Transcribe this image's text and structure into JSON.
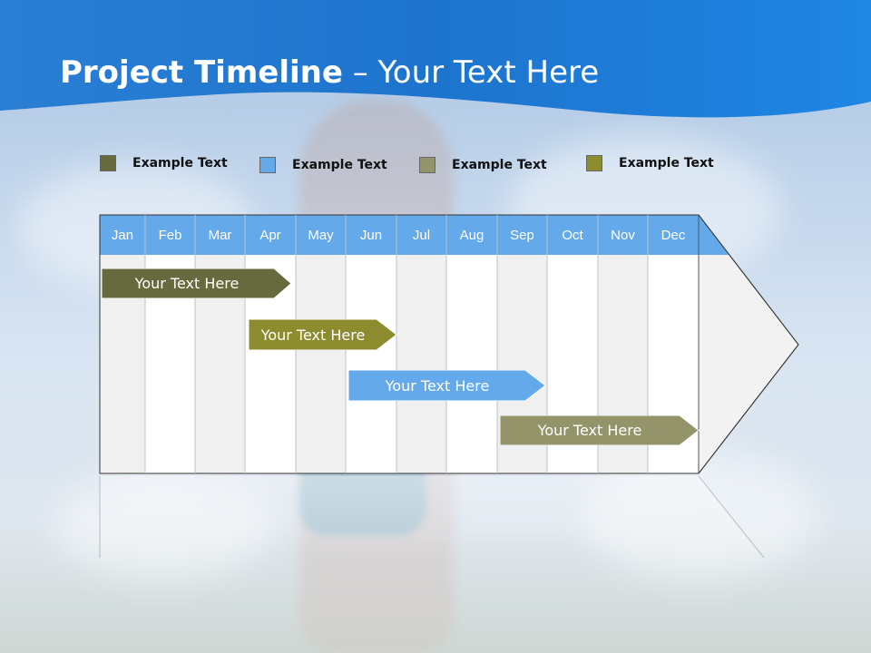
{
  "slide": {
    "title_bold": "Project Timeline",
    "title_rest": " – Your Text Here"
  },
  "legend": [
    {
      "label": "Example Text",
      "color": "#676a3c"
    },
    {
      "label": "Example Text",
      "color": "#64a9ea"
    },
    {
      "label": "Example Text",
      "color": "#93946a"
    },
    {
      "label": "Example Text",
      "color": "#8c8c2e"
    }
  ],
  "months": [
    "Jan",
    "Feb",
    "Mar",
    "Apr",
    "May",
    "Jun",
    "Jul",
    "Aug",
    "Sep",
    "Oct",
    "Nov",
    "Dec"
  ],
  "tasks": [
    {
      "label": "Your  Text Here",
      "color": "#676a3c"
    },
    {
      "label": "Your  Text Here",
      "color": "#8c8c2e"
    },
    {
      "label": "Your  Text Here",
      "color": "#64a9ea"
    },
    {
      "label": "Your  Text Here",
      "color": "#93946a"
    }
  ],
  "colors": {
    "header_blue": "#1f78d1",
    "month_bar": "#64a9ea"
  }
}
